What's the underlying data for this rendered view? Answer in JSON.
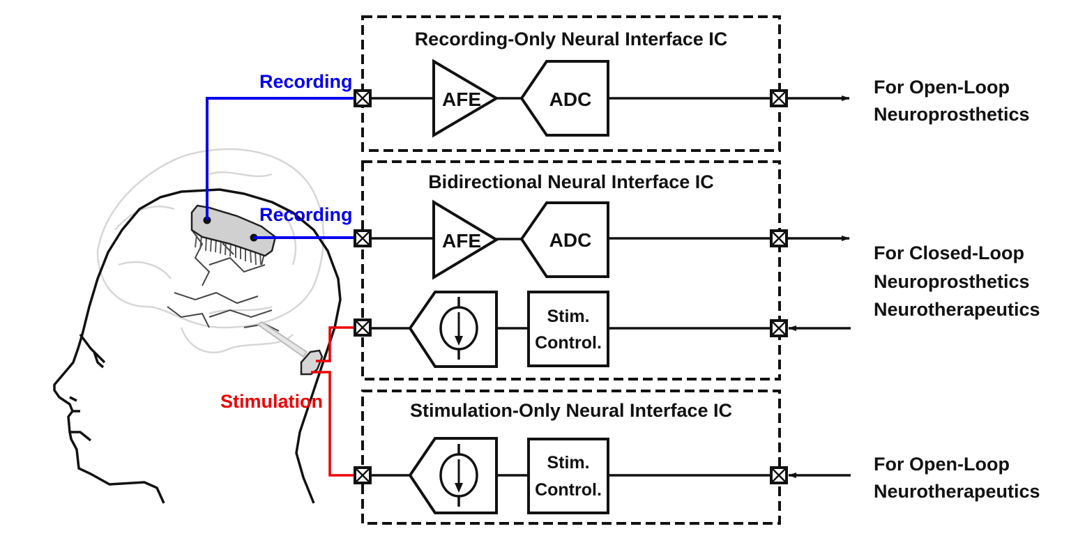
{
  "colors": {
    "recording": "#0000ee",
    "stimulation": "#ee0000",
    "ink": "#111111",
    "electrode_fill": "#d0d0d0"
  },
  "signals": {
    "recording_top": "Recording",
    "recording_mid": "Recording",
    "stimulation": "Stimulation"
  },
  "ics": [
    {
      "title": "Recording-Only Neural Interface IC",
      "blocks": {
        "afe": "AFE",
        "adc": "ADC"
      },
      "output": [
        "For Open-Loop",
        "Neuroprosthetics"
      ]
    },
    {
      "title": "Bidirectional Neural Interface IC",
      "blocks": {
        "afe": "AFE",
        "adc": "ADC",
        "stim_control": [
          "Stim.",
          "Control."
        ]
      },
      "output": [
        "For Closed-Loop",
        "Neuroprosthetics",
        "Neurotherapeutics"
      ]
    },
    {
      "title": "Stimulation-Only Neural Interface IC",
      "blocks": {
        "stim_control": [
          "Stim.",
          "Control."
        ]
      },
      "output": [
        "For Open-Loop",
        "Neurotherapeutics"
      ]
    }
  ],
  "icons": {
    "pad": "crossed-box-pad-icon",
    "current_source": "current-source-icon",
    "head": "human-head-outline-icon",
    "brain": "brain-icon",
    "electrode_array": "microelectrode-array-icon",
    "deep_electrode": "deep-brain-electrode-icon"
  }
}
